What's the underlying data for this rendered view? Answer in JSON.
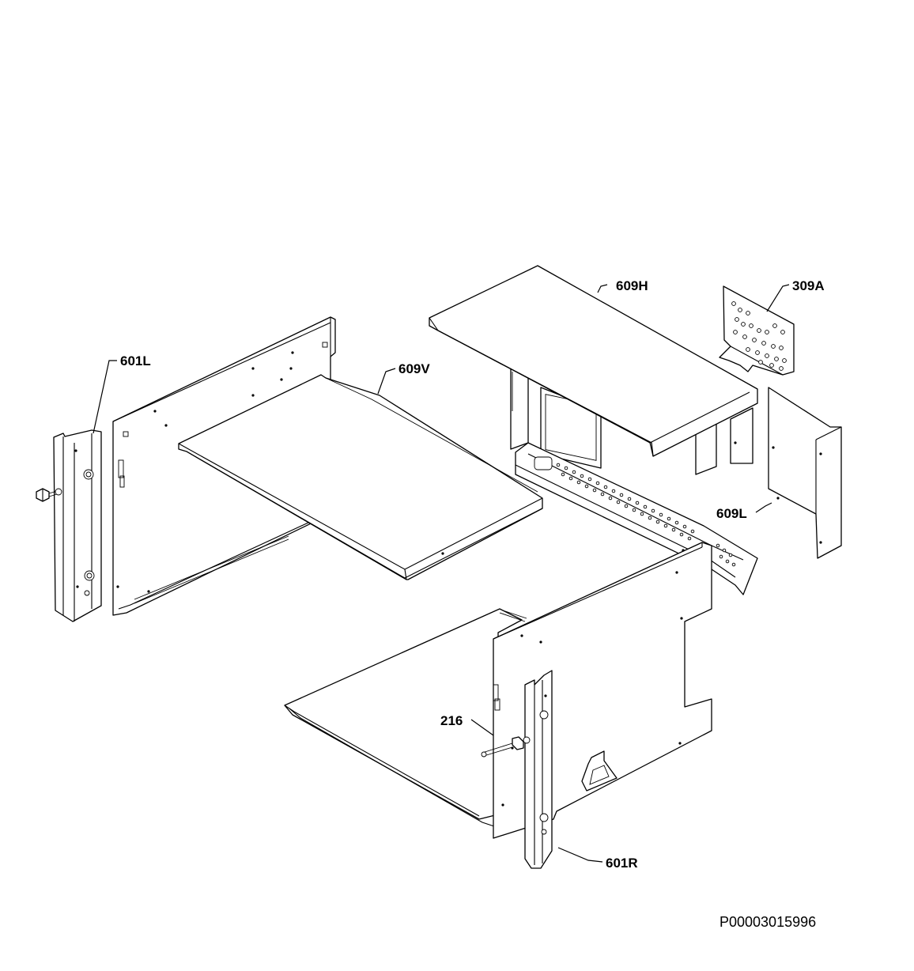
{
  "diagram": {
    "type": "exploded parts view",
    "line_color": "#000000",
    "background": "#ffffff",
    "callouts": {
      "part_601L": "601L",
      "part_609V": "609V",
      "part_609H": "609H",
      "part_309A": "309A",
      "part_609L": "609L",
      "part_216": "216",
      "part_601R": "601R"
    },
    "reference_code": "P00003015996"
  }
}
